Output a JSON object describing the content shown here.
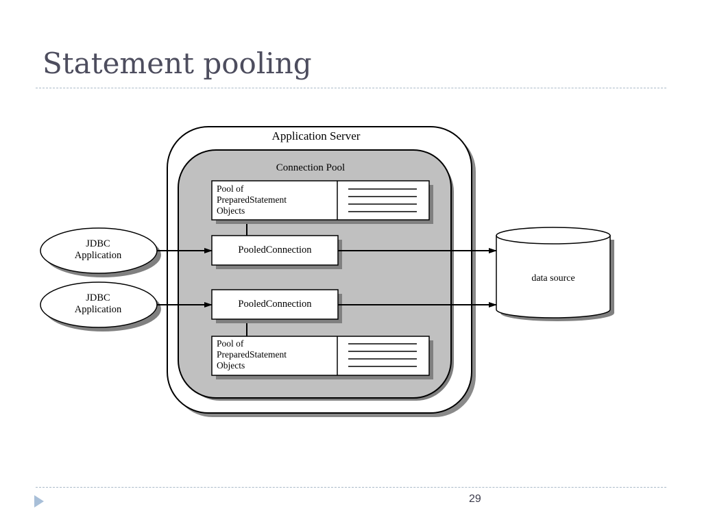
{
  "slide": {
    "title": "Statement pooling",
    "page_number": "29"
  },
  "diagram": {
    "app_server_label": "Application Server",
    "connection_pool_label": "Connection Pool",
    "statement_pool_top": [
      "Pool of",
      "PreparedStatement",
      "Objects"
    ],
    "statement_pool_bottom": [
      "Pool of",
      "PreparedStatement",
      "Objects"
    ],
    "pooled_connection_1": "PooledConnection",
    "pooled_connection_2": "PooledConnection",
    "jdbc_app_1": [
      "JDBC",
      "Application"
    ],
    "jdbc_app_2": [
      "JDBC",
      "Application"
    ],
    "data_source_label": "data source"
  },
  "colors": {
    "pool_fill": "#c0c0c0",
    "marker": "#a8bfd8",
    "title": "#4d4d5e"
  }
}
